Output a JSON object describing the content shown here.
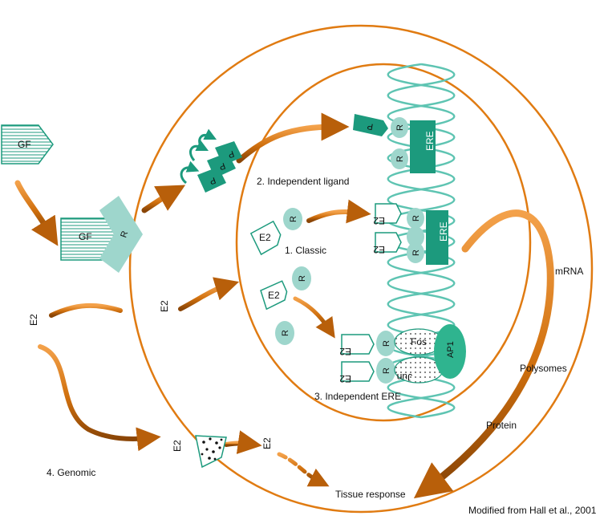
{
  "labels": {
    "gf": "GF",
    "receptor": "R",
    "phospho": "P",
    "e2": "E2",
    "ere": "ERE",
    "fos": "Fos",
    "jun": "Jun",
    "ap1": "AP1",
    "mrna": "mRNA",
    "polysomes": "Polysomes",
    "protein": "Protein",
    "tissue_response": "Tissue response",
    "pathway_classic": "1. Classic",
    "pathway_independent_ligand": "2. Independent ligand",
    "pathway_independent_ere": "3. Independent ERE",
    "pathway_genomic": "4. Genomic",
    "credit": "Modified from Hall et al., 2001"
  },
  "colors": {
    "orange": "#e07b12",
    "teal_light": "#9ed6cc",
    "teal_mid": "#5ec4b2",
    "teal_dark": "#1c9a7d",
    "teal_line": "#1e9c7e"
  }
}
